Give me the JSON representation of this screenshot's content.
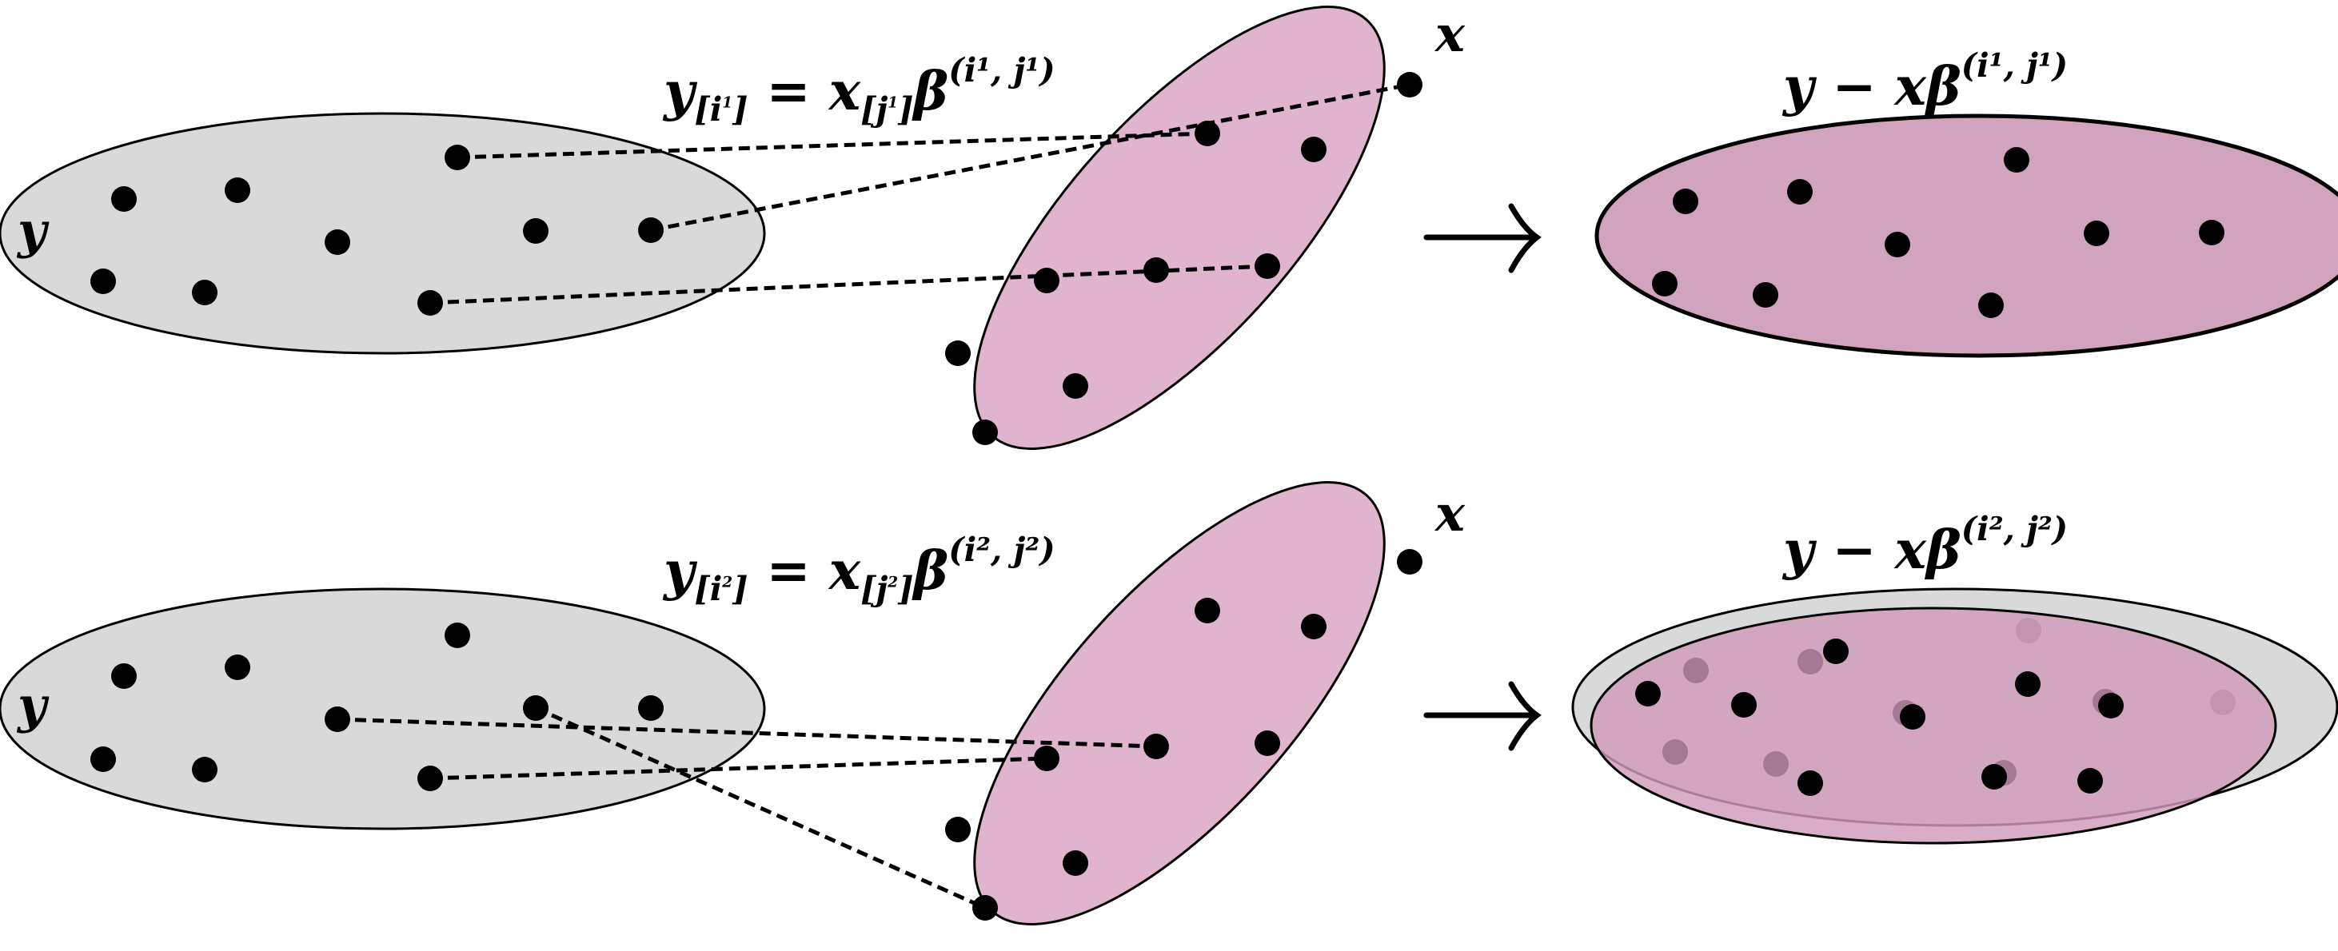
{
  "colors": {
    "y_fill": "#d9d9d9",
    "x_fill": "#e0b4cc",
    "result_fill": "#d1a3bd",
    "stroke": "#000000",
    "dot": "#000000",
    "faded_dot": "#7a7a7a"
  },
  "panel1": {
    "y_label": "y",
    "x_label": "x",
    "eq_y": "y",
    "eq_y_sub": "i",
    "eq_y_sub_sup": "1",
    "eq_equals": "=",
    "eq_x": "x",
    "eq_x_sub": "j",
    "eq_x_sub_sup": "1",
    "eq_beta": "β",
    "eq_beta_sup": "(i¹, j¹)",
    "result_label": "y − xβ",
    "result_sup": "(i¹, j¹)"
  },
  "panel2": {
    "y_label": "y",
    "x_label": "x",
    "eq_y": "y",
    "eq_y_sub": "i",
    "eq_y_sub_sup": "2",
    "eq_equals": "=",
    "eq_x": "x",
    "eq_x_sub": "j",
    "eq_x_sub_sup": "2",
    "eq_beta": "β",
    "eq_beta_sup": "(i², j²)",
    "result_label": "y − xβ",
    "result_sup": "(i², j²)"
  },
  "arrow_icon": "right-arrow-icon"
}
